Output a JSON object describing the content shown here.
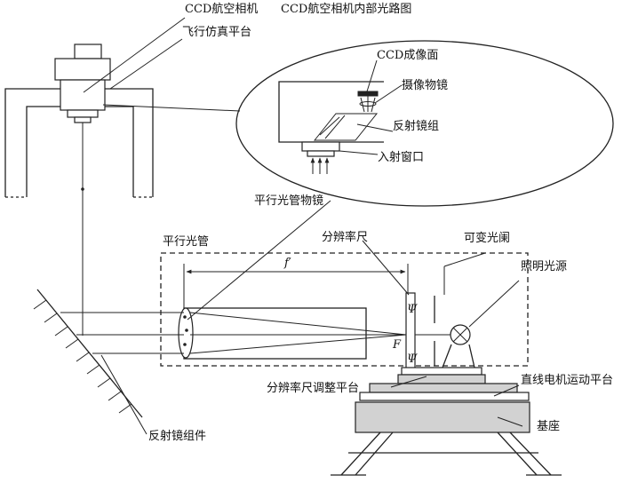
{
  "labels": {
    "ccd_camera": "CCD航空相机",
    "flight_platform": "飞行仿真平台",
    "inner_path_title": "CCD航空相机内部光路图",
    "ccd_image_plane": "CCD成像面",
    "camera_lens": "摄像物镜",
    "mirror_group": "反射镜组",
    "entrance_window": "入射窗口",
    "collimator_lens": "平行光管物镜",
    "collimator": "平行光管",
    "resolution_target": "分辨率尺",
    "variable_aperture": "可变光阑",
    "light_source": "照明光源",
    "focal_length": "f′",
    "focal_point": "F",
    "psi_upper": "Ψ",
    "psi_lower": "Ψ",
    "target_adjust_platform": "分辨率尺调整平台",
    "linear_motor_platform": "直线电机运动平台",
    "base": "基座",
    "reflector_assembly": "反射镜组件"
  }
}
